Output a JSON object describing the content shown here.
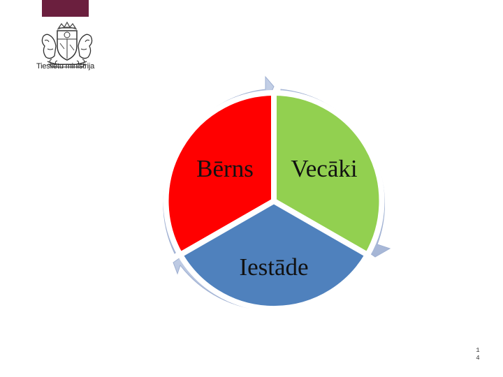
{
  "header": {
    "ministry_name": "Tieslietu ministrija",
    "brand_color": "#6b1f3e"
  },
  "diagram": {
    "segments": [
      {
        "label": "Bērns",
        "color": "#ff0000"
      },
      {
        "label": "Vecāki",
        "color": "#92d050"
      },
      {
        "label": "Iestāde",
        "color": "#4f81bd"
      }
    ],
    "arrow_color": "#b0c0dc"
  },
  "footer": {
    "page_digits": [
      "1",
      "4"
    ]
  }
}
